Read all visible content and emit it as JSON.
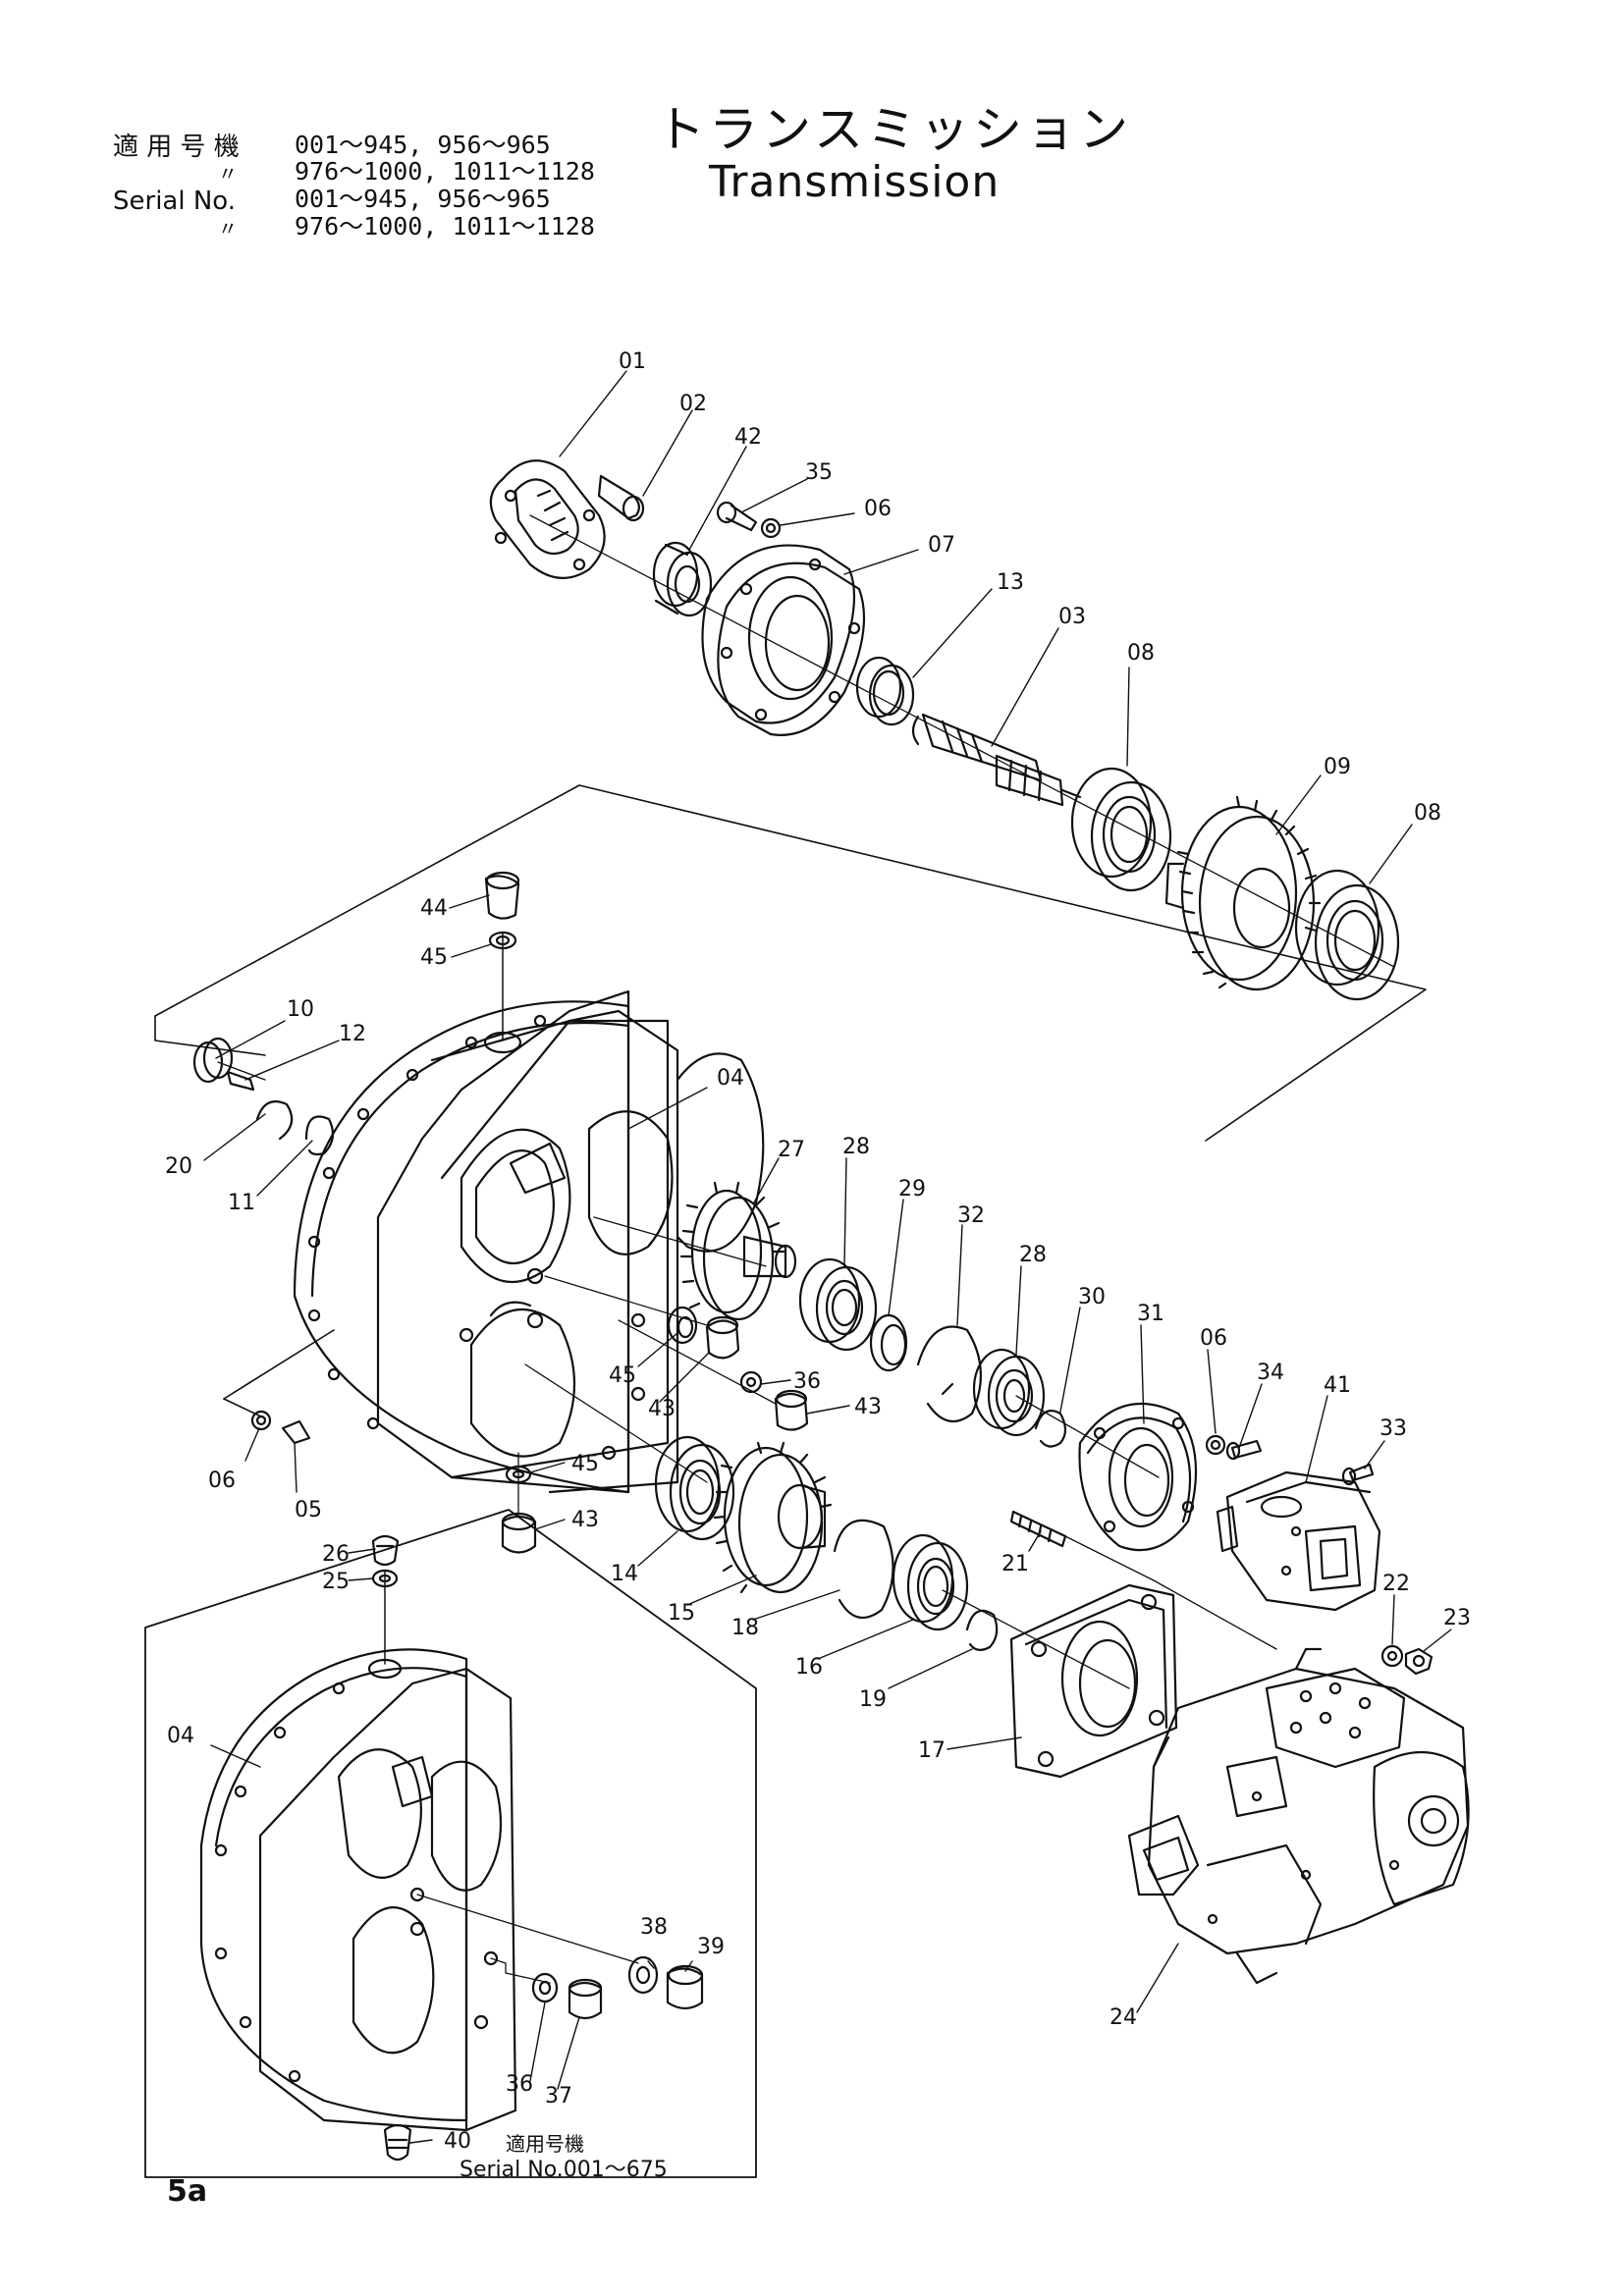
{
  "header": {
    "applicable_label": "適 用 号 機",
    "ditto1": "〃",
    "serial_label": "Serial  No.",
    "ditto2": "〃",
    "range1": "001～945, 956～965",
    "range2": "976～1000, 1011～1128",
    "range3": "001～945, 956～965",
    "range4": "976～1000, 1011～1128"
  },
  "title": {
    "japanese": "トランスミッション",
    "english": "Transmission"
  },
  "inset_note": {
    "line1": "適用号機",
    "line2": "Serial No.001～675"
  },
  "page_number": "5a",
  "callouts": [
    "01",
    "02",
    "42",
    "35",
    "06",
    "07",
    "13",
    "03",
    "08",
    "09",
    "08",
    "44",
    "45",
    "10",
    "12",
    "04",
    "27",
    "28",
    "29",
    "32",
    "28",
    "30",
    "31",
    "06",
    "34",
    "41",
    "33",
    "20",
    "11",
    "45",
    "43",
    "36",
    "43",
    "06",
    "05",
    "45",
    "43",
    "14",
    "15",
    "18",
    "16",
    "19",
    "21",
    "17",
    "22",
    "23",
    "24",
    "26",
    "25",
    "04",
    "38",
    "39",
    "36",
    "37",
    "40"
  ]
}
